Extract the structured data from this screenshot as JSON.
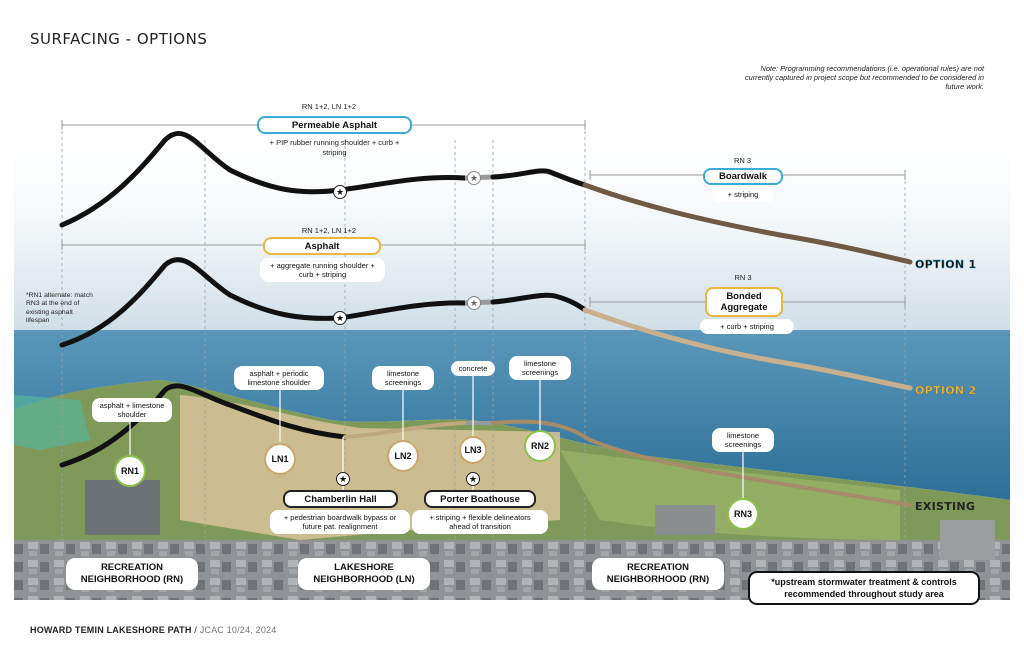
{
  "header": {
    "title": "SURFACING - OPTIONS"
  },
  "note": "Note: Programming recommendations (i.e. operational rules) are not currently captured in project scope but recommended to be considered in future work.",
  "option1": {
    "segment_label": "RN 1+2, LN 1+2",
    "surface": "Permeable Asphalt",
    "detail": "+ PIP rubber running shoulder + curb + striping",
    "rn3_label": "RN 3",
    "rn3_surface": "Boardwalk",
    "rn3_detail": "+ striping",
    "name": "OPTION 1"
  },
  "option2": {
    "segment_label": "RN 1+2, LN 1+2",
    "surface": "Asphalt",
    "detail": "+ aggregate running shoulder + curb + striping",
    "alternate_note": "*RN1 alternate: match RN3 at the end of existing asphalt lifespan",
    "rn3_label": "RN 3",
    "rn3_surface": "Bonded Aggregate",
    "rn3_detail": "+ curb + striping",
    "name": "OPTION 2"
  },
  "existing": {
    "name": "EXISTING",
    "segments": [
      {
        "id": "RN1",
        "desc": "asphalt + limestone shoulder"
      },
      {
        "id": "LN1",
        "desc": "asphalt + periodic limestone shoulder"
      },
      {
        "id": "LN2",
        "desc": "limestone screenings"
      },
      {
        "id": "LN3",
        "desc": "concrete"
      },
      {
        "id": "RN2",
        "desc": "limestone screenings"
      },
      {
        "id": "RN3",
        "desc": "limestone screenings"
      }
    ]
  },
  "landmarks": {
    "chamberlin": {
      "name": "Chamberlin Hall",
      "detail": "+ pedestrian boardwalk bypass or future pat. realignment"
    },
    "porter": {
      "name": "Porter Boathouse",
      "detail": "+ striping + flexible delineators ahead of transition"
    }
  },
  "neighborhoods": {
    "rn_left": "RECREATION NEIGHBORHOOD (RN)",
    "ln": "LAKESHORE NEIGHBORHOOD (LN)",
    "rn_right": "RECREATION NEIGHBORHOOD (RN)"
  },
  "stormwater": "*upstream stormwater treatment & controls recommended throughout study area",
  "footer": {
    "project": "HOWARD TEMIN LAKESHORE PATH",
    "sep": " / ",
    "meta": "JCAC 10/24, 2024"
  },
  "icons": {
    "star": "star-icon"
  },
  "colors": {
    "accent_blue": "#3aaad8",
    "accent_gold": "#e9b73b",
    "screenings_green": "#8cc04e",
    "boardwalk_brown": "#6e5a45",
    "aggregate_tan": "#c8b08e",
    "lake": "#3c7fa7"
  }
}
